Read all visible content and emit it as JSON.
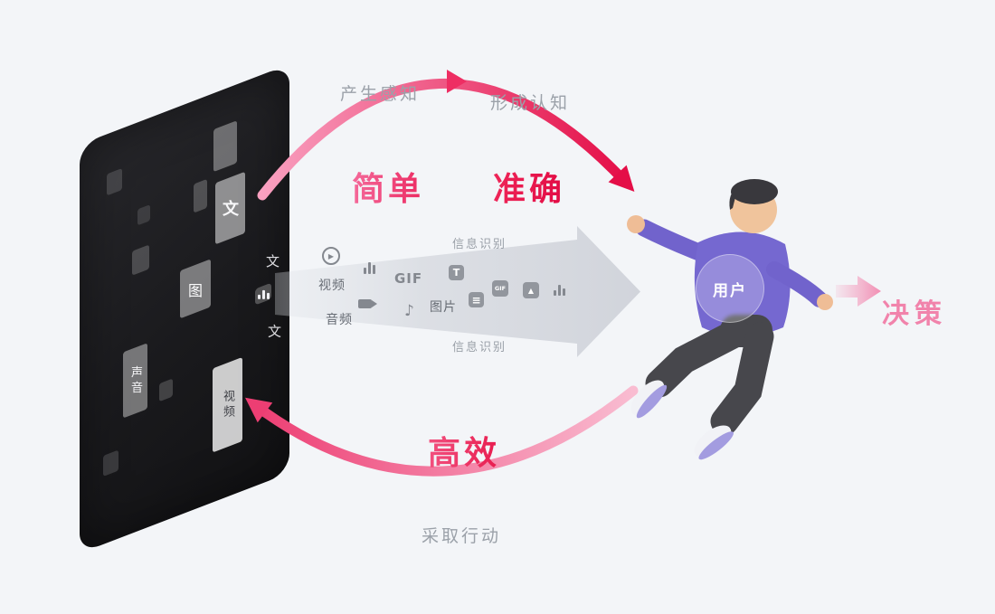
{
  "colors": {
    "background": "#f3f5f8",
    "screen_dark": "#1c1c1f",
    "funnel_gray": "#d5d8de",
    "arc_pink_light": "#f9a0c0",
    "arc_red": "#e40e47",
    "bottom_arc_pink": "#ed3e73",
    "decision_pink": "#f183ab",
    "gray_text": "#9ba1a9",
    "shirt_purple": "#7568d0",
    "pants_gray": "#47474c"
  },
  "screen": {
    "block_text": "文",
    "block_image": "图",
    "block_sound": "声音",
    "block_video": "视频",
    "edge_text_top": "文",
    "edge_text_bottom": "文"
  },
  "funnel": {
    "recognition_top": "信息识别",
    "recognition_bottom": "信息识别",
    "video_label": "视频",
    "audio_label": "音频",
    "image_label": "图片",
    "gif_label": "GIF",
    "gif_file_label": "GIF",
    "text_icon_letter": "T",
    "play_glyph": "▶",
    "music_glyph": "♪",
    "list_glyph": "≡",
    "image_glyph": "▲"
  },
  "perception": {
    "step1": "产生感知",
    "step2": "形成认知",
    "quality1": "简单",
    "quality2": "准确"
  },
  "action": {
    "quality": "高效",
    "step": "采取行动"
  },
  "user_badge": "用户",
  "decision_label": "决策"
}
